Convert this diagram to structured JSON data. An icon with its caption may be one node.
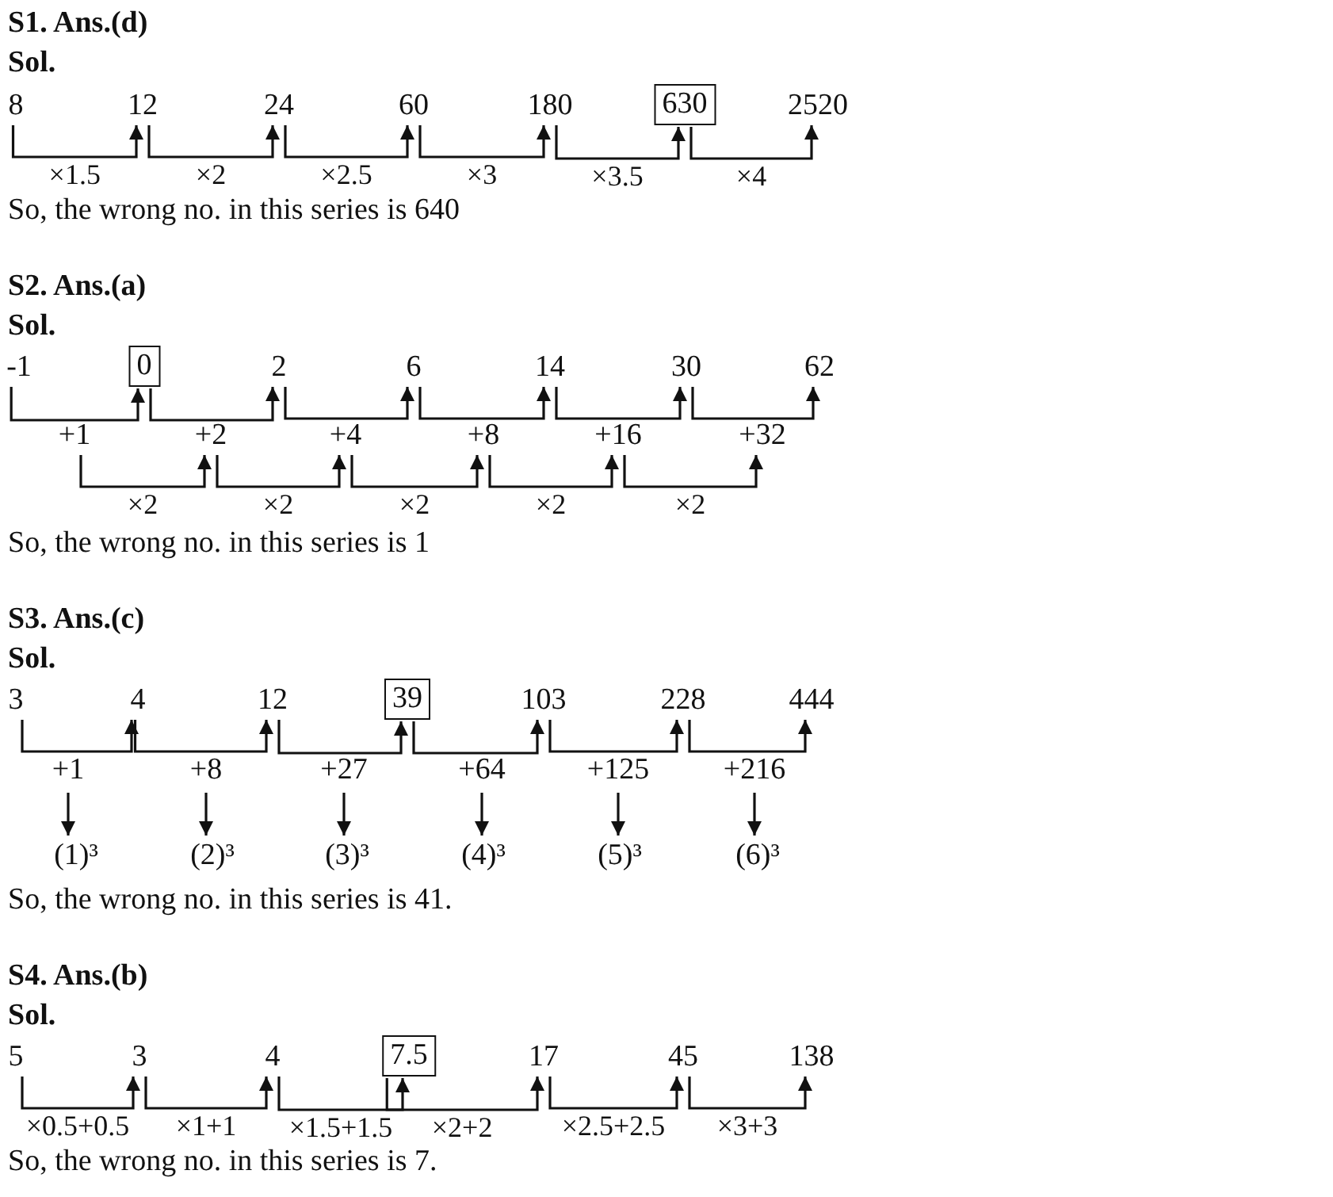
{
  "diagram": {
    "nodes": [
      {
        "text": [
          "8"
        ]
      },
      {
        "text": [
          "12"
        ]
      },
      {
        "text": [
          "24"
        ]
      },
      {
        "text": [
          "60"
        ]
      },
      {
        "text": [
          "180"
        ]
      },
      {
        "text": [
          "630"
        ]
      },
      {
        "text": [
          "2520"
        ]
      },
      {
        "text": [
          "-1"
        ]
      },
      {
        "text": [
          "0"
        ]
      },
      {
        "text": [
          "2"
        ]
      },
      {
        "text": [
          "6"
        ]
      },
      {
        "text": [
          "14"
        ]
      },
      {
        "text": [
          "30"
        ]
      },
      {
        "text": [
          "62"
        ]
      },
      {
        "text": [
          "+1"
        ]
      },
      {
        "text": [
          "+2"
        ]
      },
      {
        "text": [
          "+4"
        ]
      },
      {
        "text": [
          "+8"
        ]
      },
      {
        "text": [
          "+16"
        ]
      },
      {
        "text": [
          "+32"
        ]
      },
      {
        "text": [
          "3"
        ]
      },
      {
        "text": [
          "4"
        ]
      },
      {
        "text": [
          "12"
        ]
      },
      {
        "text": [
          "39"
        ]
      },
      {
        "text": [
          "103"
        ]
      },
      {
        "text": [
          "228"
        ]
      },
      {
        "text": [
          "444"
        ]
      },
      {
        "text": [
          "+1"
        ]
      },
      {
        "text": [
          "+8"
        ]
      },
      {
        "text": [
          "+27"
        ]
      },
      {
        "text": [
          "+64"
        ]
      },
      {
        "text": [
          "+125"
        ]
      },
      {
        "text": [
          "+216"
        ]
      },
      {
        "text": [
          "(1)³"
        ]
      },
      {
        "text": [
          "(2)³"
        ]
      },
      {
        "text": [
          "(3)³"
        ]
      },
      {
        "text": [
          "(4)³"
        ]
      },
      {
        "text": [
          "(5)³"
        ]
      },
      {
        "text": [
          "(6)³"
        ]
      },
      {
        "text": [
          "5"
        ]
      },
      {
        "text": [
          "3"
        ]
      },
      {
        "text": [
          "4"
        ]
      },
      {
        "text": [
          "7.5"
        ]
      },
      {
        "text": [
          "17"
        ]
      },
      {
        "text": [
          "45"
        ]
      },
      {
        "text": [
          "138"
        ]
      }
    ],
    "edges": [
      {
        "from": 0,
        "to": 1,
        "arrow": "to",
        "label": "×1.5"
      },
      {
        "from": 1,
        "to": 2,
        "arrow": "to",
        "label": "×2"
      },
      {
        "from": 2,
        "to": 3,
        "arrow": "to",
        "label": "×2.5"
      },
      {
        "from": 3,
        "to": 4,
        "arrow": "to",
        "label": "×3"
      },
      {
        "from": 4,
        "to": 5,
        "arrow": "to",
        "label": "×3.5"
      },
      {
        "from": 5,
        "to": 6,
        "arrow": "to",
        "label": "×4"
      },
      {
        "from": 7,
        "to": 8,
        "arrow": "to"
      },
      {
        "from": 8,
        "to": 9,
        "arrow": "to"
      },
      {
        "from": 9,
        "to": 10,
        "arrow": "to"
      },
      {
        "from": 10,
        "to": 11,
        "arrow": "to"
      },
      {
        "from": 11,
        "to": 12,
        "arrow": "to"
      },
      {
        "from": 12,
        "to": 13,
        "arrow": "to"
      },
      {
        "from": 14,
        "to": 15,
        "arrow": "to",
        "label": "×2"
      },
      {
        "from": 15,
        "to": 16,
        "arrow": "to",
        "label": "×2"
      },
      {
        "from": 16,
        "to": 17,
        "arrow": "to",
        "label": "×2"
      },
      {
        "from": 17,
        "to": 18,
        "arrow": "to",
        "label": "×2"
      },
      {
        "from": 18,
        "to": 19,
        "arrow": "to",
        "label": "×2"
      },
      {
        "from": 20,
        "to": 21,
        "arrow": "to"
      },
      {
        "from": 21,
        "to": 22,
        "arrow": "to"
      },
      {
        "from": 22,
        "to": 23,
        "arrow": "to"
      },
      {
        "from": 23,
        "to": 24,
        "arrow": "to"
      },
      {
        "from": 24,
        "to": 25,
        "arrow": "to"
      },
      {
        "from": 25,
        "to": 26,
        "arrow": "to"
      },
      {
        "from": 27,
        "to": 33,
        "arrow": "to"
      },
      {
        "from": 28,
        "to": 34,
        "arrow": "to"
      },
      {
        "from": 29,
        "to": 35,
        "arrow": "to"
      },
      {
        "from": 30,
        "to": 36,
        "arrow": "to"
      },
      {
        "from": 31,
        "to": 37,
        "arrow": "to"
      },
      {
        "from": 32,
        "to": 38,
        "arrow": "to"
      },
      {
        "from": 39,
        "to": 40,
        "arrow": "to",
        "label": "×0.5+0.5"
      },
      {
        "from": 40,
        "to": 41,
        "arrow": "to",
        "label": "×1+1"
      },
      {
        "from": 41,
        "to": 42,
        "arrow": "to",
        "label": "×1.5+1.5"
      },
      {
        "from": 42,
        "to": 43,
        "arrow": "to",
        "label": "×2+2"
      },
      {
        "from": 43,
        "to": 44,
        "arrow": "to",
        "label": "×2.5+2.5"
      },
      {
        "from": 44,
        "to": 45,
        "arrow": "to",
        "label": "×3+3"
      }
    ],
    "labels": [
      "S1. Ans.(d)",
      "Sol.",
      "So, the wrong no. in this series is 640",
      "S2. Ans.(a)",
      "Sol.",
      "So, the wrong no. in this series is 1",
      "S3. Ans.(c)",
      "Sol.",
      "So, the wrong no. in this series is 41.",
      "S4. Ans.(b)",
      "Sol.",
      "So, the wrong no. in this series is 7."
    ]
  }
}
